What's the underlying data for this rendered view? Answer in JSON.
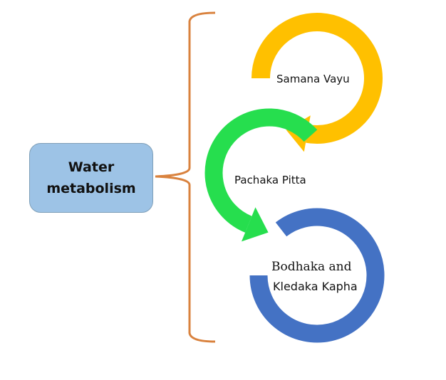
{
  "central_node": {
    "line1": "Water",
    "line2": "metabolism",
    "fill_color": "#9dc3e6"
  },
  "bracket_color": "#d9823e",
  "cycle": [
    {
      "label": "Samana Vayu",
      "color": "#ffc000"
    },
    {
      "label": "Pachaka Pitta",
      "color": "#26de4e"
    },
    {
      "label_line1": "Bodhaka and",
      "label_line2": "Kledaka Kapha",
      "color": "#4472c4"
    }
  ]
}
